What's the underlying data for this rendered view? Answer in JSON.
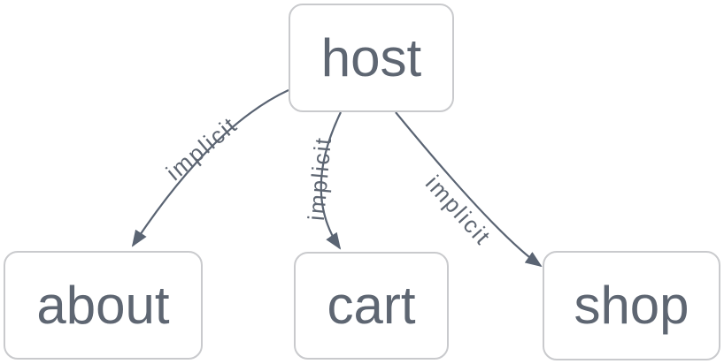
{
  "diagram": {
    "type": "dependency-graph",
    "nodes": [
      {
        "id": "host",
        "label": "host"
      },
      {
        "id": "about",
        "label": "about"
      },
      {
        "id": "cart",
        "label": "cart"
      },
      {
        "id": "shop",
        "label": "shop"
      }
    ],
    "edges": [
      {
        "from": "host",
        "to": "about",
        "label": "implicit"
      },
      {
        "from": "host",
        "to": "cart",
        "label": "implicit"
      },
      {
        "from": "host",
        "to": "shop",
        "label": "implicit"
      }
    ],
    "colors": {
      "background": "#ffffff",
      "node_border": "#c9cacd",
      "node_text": "#5e6672",
      "edge": "#5a6473",
      "edge_label": "#5e6672"
    }
  }
}
